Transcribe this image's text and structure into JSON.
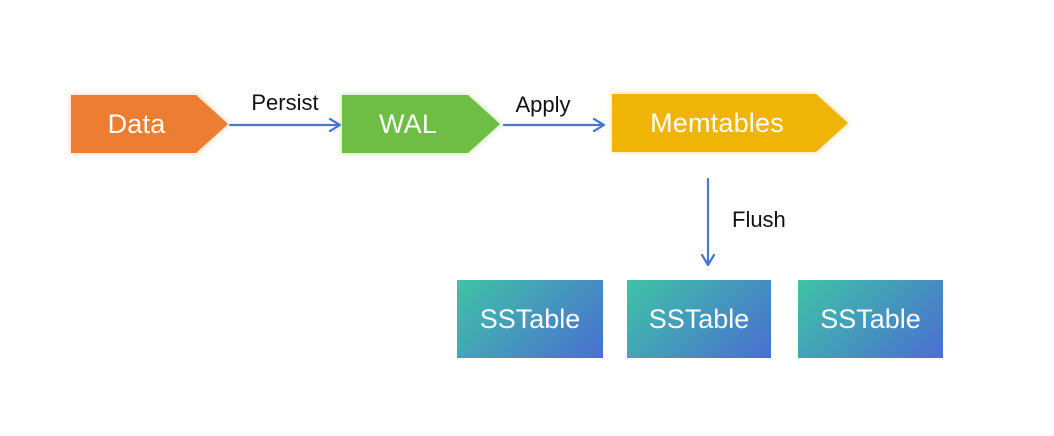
{
  "diagram": {
    "nodes": {
      "data": {
        "label": "Data"
      },
      "wal": {
        "label": "WAL"
      },
      "memtables": {
        "label": "Memtables"
      },
      "sstables": [
        {
          "label": "SSTable"
        },
        {
          "label": "SSTable"
        },
        {
          "label": "SSTable"
        }
      ]
    },
    "edges": {
      "persist": {
        "label": "Persist"
      },
      "apply": {
        "label": "Apply"
      },
      "flush": {
        "label": "Flush"
      }
    }
  },
  "colors": {
    "node-data": "#ED7D31",
    "node-wal": "#6EBE46",
    "node-memtables": "#EFB406",
    "arrow": "#4678D0",
    "sstable-grad-start": "#3FC3A6",
    "sstable-grad-end": "#4A6ED2",
    "node-text": "#FFFFFF",
    "edge-label-text": "#111111",
    "canvas-bg": "#FFFFFF"
  }
}
